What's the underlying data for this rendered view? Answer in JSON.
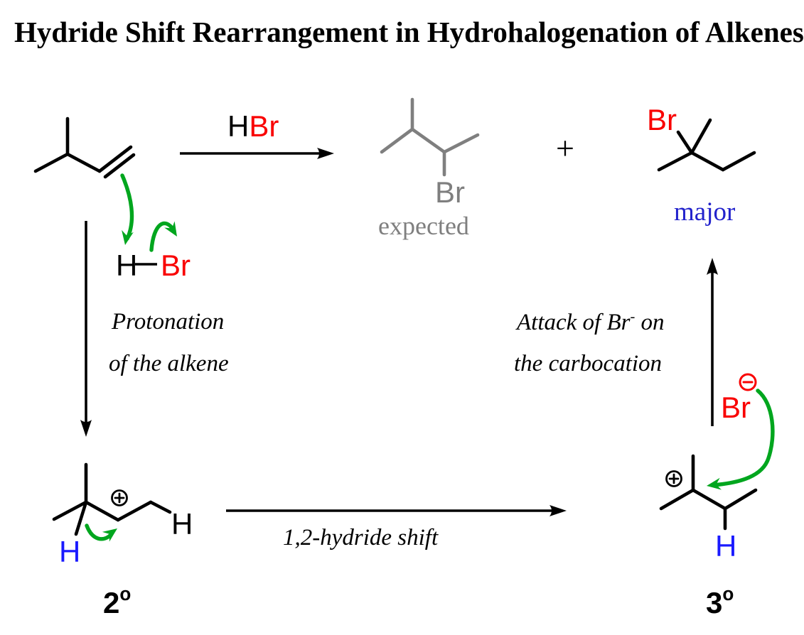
{
  "title": "Hydride Shift Rearrangement in Hydrohalogenation of Alkenes",
  "colors": {
    "arrow_green": "#00a61e",
    "halogen_red": "#f90000",
    "hydride_blue": "#1a1aff",
    "major_blue": "#2222cc",
    "expected_gray": "#7f7f7f"
  },
  "reaction": {
    "reagent_h": "H",
    "reagent_br": "Br",
    "plus": "+",
    "expected": {
      "br": "Br",
      "caption": "expected"
    },
    "major": {
      "br": "Br",
      "caption": "major"
    }
  },
  "mechanism": {
    "hbr": {
      "h": "H",
      "br": "Br"
    },
    "step1_line1": "Protonation",
    "step1_line2": "of the alkene",
    "step2_label": "1,2-hydride shift",
    "step3_part1": "Attack of Br",
    "step3_sup": "-",
    "step3_part2": "on",
    "step3_line2": "the carbocation",
    "secondary_cation": {
      "migrating_h": "H",
      "added_h": "H",
      "degree": "2",
      "degree_sup": "o"
    },
    "tertiary_cation": {
      "shifted_h": "H",
      "degree": "3",
      "degree_sup": "o"
    },
    "bromide_br": "Br"
  }
}
